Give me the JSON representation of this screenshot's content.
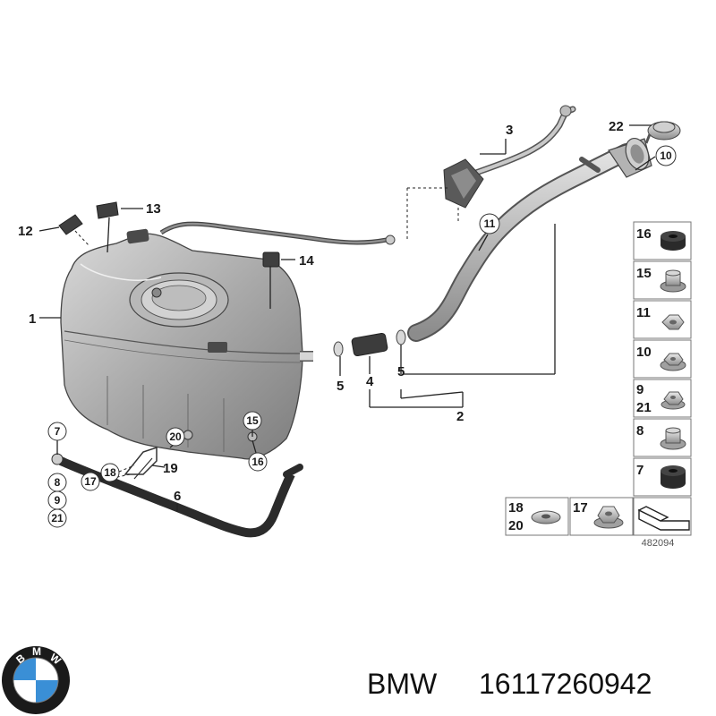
{
  "diagram_number": "482094",
  "caption": {
    "brand": "BMW",
    "part_number": "16117260942"
  },
  "logo": {
    "letters": [
      "B",
      "M",
      "W"
    ],
    "colors": {
      "blue": "#3a8fd6",
      "white": "#ffffff",
      "ring": "#1a1a1a"
    }
  },
  "callouts": {
    "c1": "1",
    "c2": "2",
    "c3": "3",
    "c4": "4",
    "c5a": "5",
    "c5b": "5",
    "c6": "6",
    "c7": "7",
    "c8": "8",
    "c9": "9",
    "c10": "10",
    "c11": "11",
    "c12": "12",
    "c13": "13",
    "c14": "14",
    "c15": "15",
    "c16": "16",
    "c17": "17",
    "c18": "18",
    "c19": "19",
    "c20": "20",
    "c21": "21",
    "c22": "22"
  },
  "legend": {
    "r16": "16",
    "r15": "15",
    "r11": "11",
    "r10": "10",
    "r9": "9",
    "r21": "21",
    "r8": "8",
    "r7": "7",
    "r18": "18",
    "r20": "20",
    "r17": "17"
  }
}
